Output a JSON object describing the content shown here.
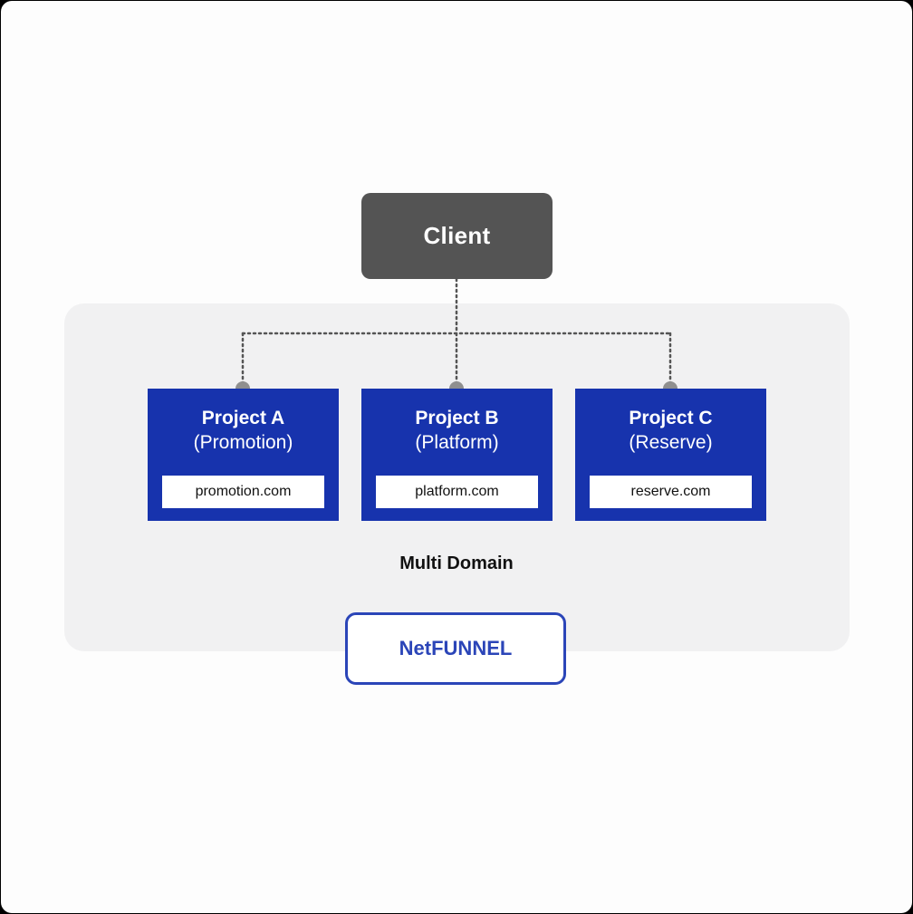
{
  "client": {
    "label": "Client"
  },
  "projects": [
    {
      "title": "Project A",
      "subtitle": "(Promotion)",
      "domain": "promotion.com"
    },
    {
      "title": "Project B",
      "subtitle": "(Platform)",
      "domain": "platform.com"
    },
    {
      "title": "Project C",
      "subtitle": "(Reserve)",
      "domain": "reserve.com"
    }
  ],
  "group_label": "Multi Domain",
  "product": {
    "label": "NetFUNNEL"
  },
  "colors": {
    "client_fill": "#545454",
    "project_fill": "#1733ad",
    "panel_fill": "#f1f1f2",
    "product_accent": "#2b45b8",
    "connector": "#555555"
  }
}
